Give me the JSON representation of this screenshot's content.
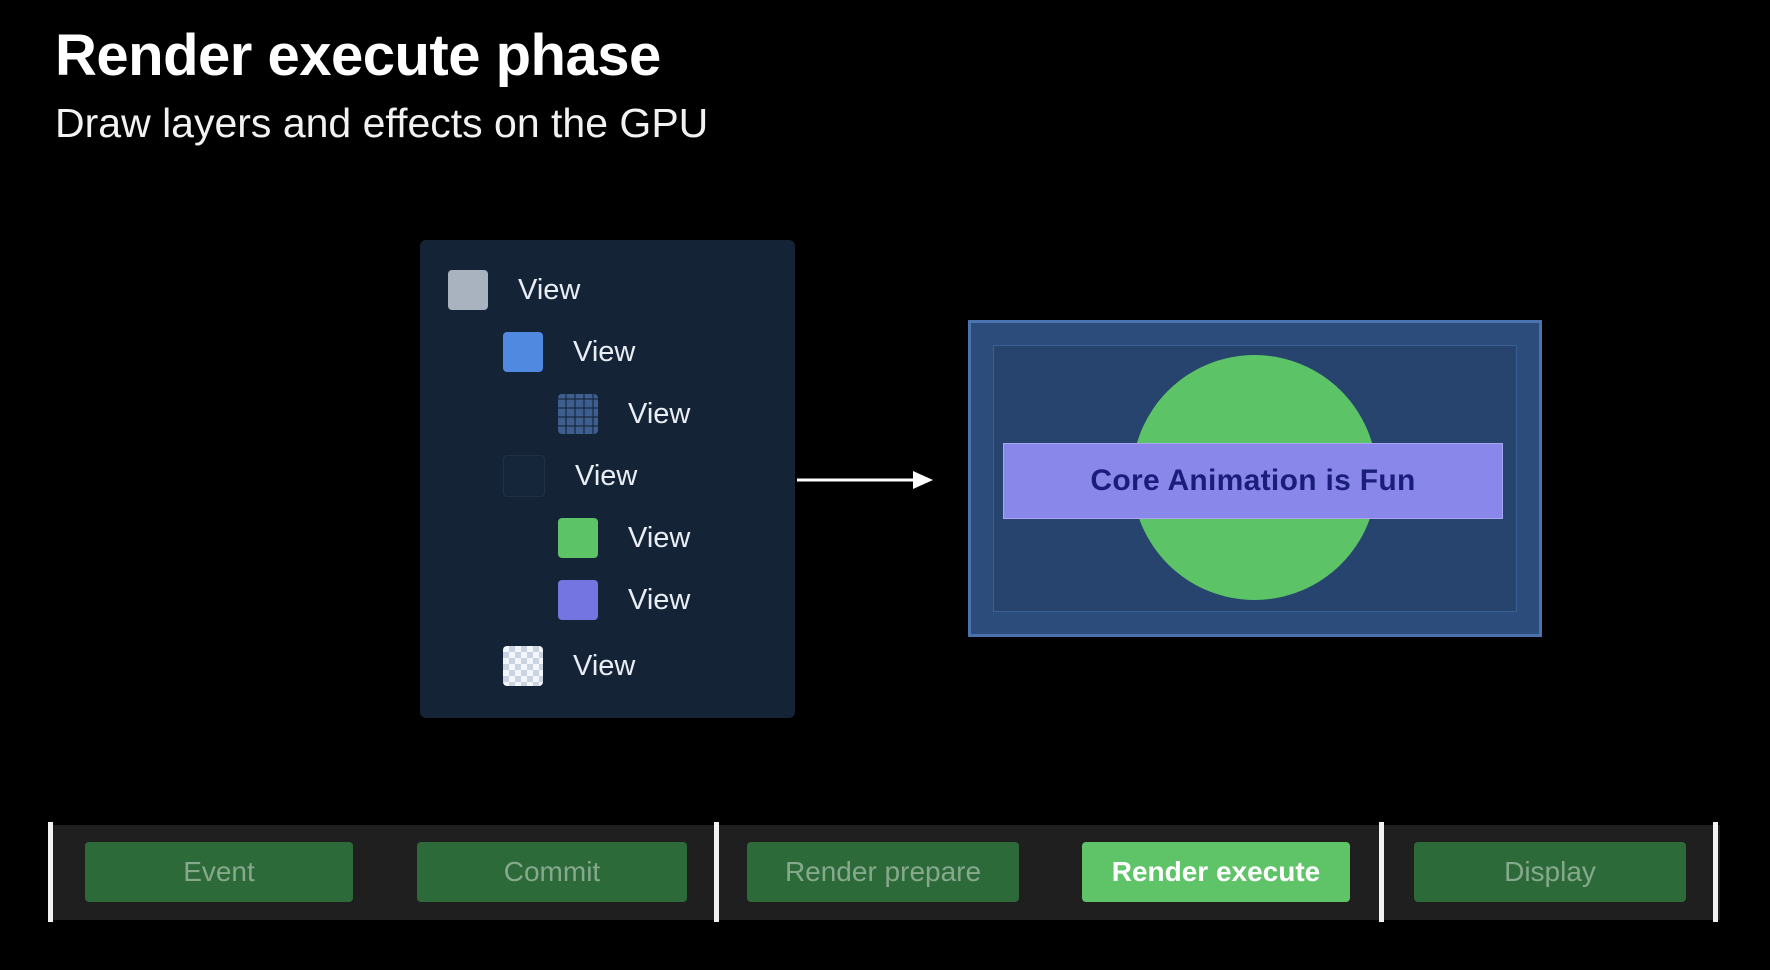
{
  "slide": {
    "title": "Render execute phase",
    "subtitle": "Draw layers and effects on the GPU"
  },
  "hierarchy": {
    "rows": [
      {
        "label": "View",
        "swatch": "gray"
      },
      {
        "label": "View",
        "swatch": "blue"
      },
      {
        "label": "View",
        "swatch": "grid"
      },
      {
        "label": "View",
        "swatch": "dark"
      },
      {
        "label": "View",
        "swatch": "green"
      },
      {
        "label": "View",
        "swatch": "purple"
      },
      {
        "label": "View",
        "swatch": "checker"
      }
    ]
  },
  "render_output": {
    "banner_text": "Core Animation is Fun"
  },
  "pipeline": {
    "stages": [
      {
        "label": "Event",
        "active": false
      },
      {
        "label": "Commit",
        "active": false
      },
      {
        "label": "Render prepare",
        "active": false
      },
      {
        "label": "Render execute",
        "active": true
      },
      {
        "label": "Display",
        "active": false
      }
    ]
  },
  "colors": {
    "background": "#000000",
    "panel": "#142336",
    "stage_inactive": "#2c6a3a",
    "stage_active": "#5fc468",
    "circle": "#5cc466",
    "banner": "#8a87ea",
    "banner_text": "#1a1e7a"
  }
}
